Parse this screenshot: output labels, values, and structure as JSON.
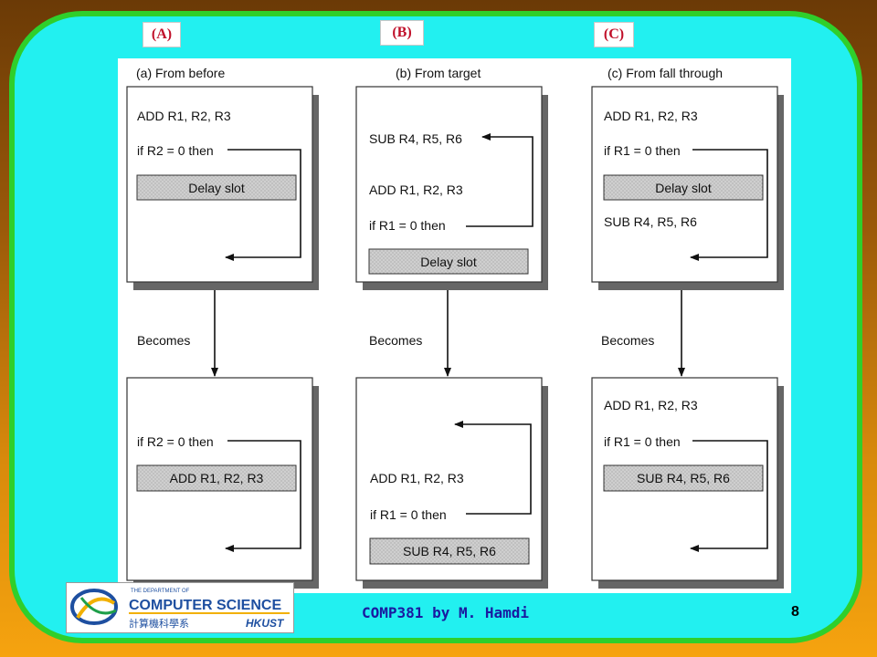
{
  "tags": {
    "a": "(A)",
    "b": "(B)",
    "c": "(C)"
  },
  "panels": {
    "a": {
      "title": "(a)  From before",
      "before": {
        "line1": "ADD R1, R2, R3",
        "line2": "if R2 = 0 then",
        "slot": "Delay slot"
      },
      "becomes": "Becomes",
      "after": {
        "line1": "if R2 = 0 then",
        "slot": "ADD R1, R2, R3"
      }
    },
    "b": {
      "title": "(b)  From target",
      "before": {
        "line1": "SUB R4, R5, R6",
        "line2": "ADD R1, R2, R3",
        "line3": "if R1 = 0 then",
        "slot": "Delay slot"
      },
      "becomes": "Becomes",
      "after": {
        "line1": "ADD R1, R2, R3",
        "line2": "if R1 = 0 then",
        "slot": "SUB R4, R5, R6"
      }
    },
    "c": {
      "title": "(c)  From fall through",
      "before": {
        "line1": "ADD R1, R2, R3",
        "line2": "if R1 = 0 then",
        "slot": "Delay slot",
        "line3": "SUB R4, R5, R6"
      },
      "becomes": "Becomes",
      "after": {
        "line1": "ADD R1, R2, R3",
        "line2": "if R1 = 0 then",
        "slot": "SUB R4, R5, R6"
      }
    }
  },
  "logo": {
    "line1": "THE DEPARTMENT OF",
    "line2": "COMPUTER SCIENCE",
    "line3": "計算機科學系",
    "line4": "HKUST"
  },
  "footer": {
    "text": "COMP381 by M. Hamdi",
    "page": "8"
  },
  "colors": {
    "border": "#2fcf2b",
    "slide_bg": "#22f0f0",
    "tag_text": "#c0102a",
    "footer_text": "#1a1aa0",
    "slot_fill": "#cfcfcf"
  }
}
